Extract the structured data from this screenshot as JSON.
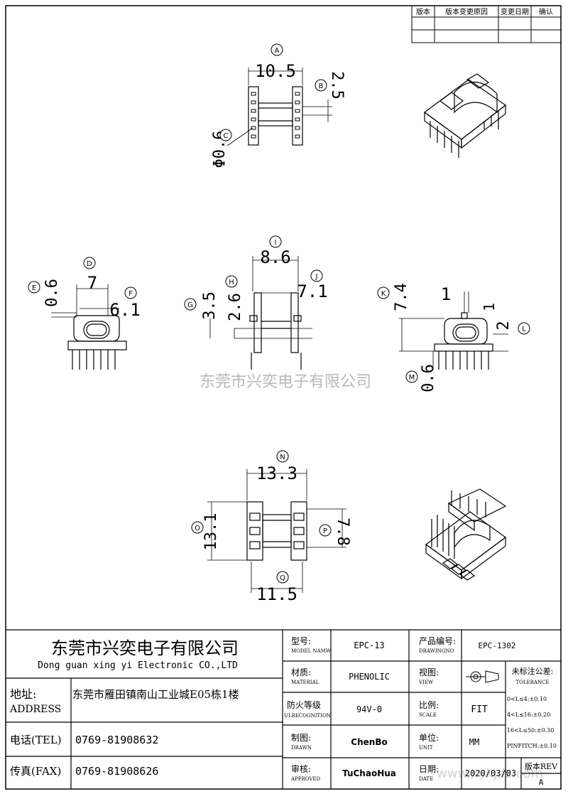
{
  "revision_table": {
    "headers": [
      "版本",
      "版本变更原因",
      "变更日期",
      "确认"
    ]
  },
  "dimensions": {
    "A": "10.5",
    "B": "2.5",
    "C": "Φ0.6",
    "D": "7",
    "E": "0.6",
    "F": "6.1",
    "G": "3.5",
    "H": "2.6",
    "I": "8.6",
    "J": "7.1",
    "K": "7.4",
    "L": "2",
    "M": "0.6",
    "one": "1",
    "one2": "1",
    "N": "13.3",
    "O": "13.1",
    "P": "7.8",
    "Q": "11.5"
  },
  "callouts": {
    "A": "A",
    "B": "B",
    "C": "C",
    "D": "D",
    "E": "E",
    "F": "F",
    "G": "G",
    "H": "H",
    "I": "I",
    "J": "J",
    "K": "K",
    "L": "L",
    "M": "M",
    "N": "N",
    "O": "O",
    "P": "P",
    "Q": "Q"
  },
  "watermark": "东莞市兴奕电子有限公司",
  "watermark_url": "www.xykjdz.com",
  "company": {
    "name_cn": "东莞市兴奕电子有限公司",
    "name_en": "Dong guan xing yi Electronic CO.,LTD",
    "address_label_cn": "地址:",
    "address_label_en": "ADDRESS",
    "address": "东莞市雁田镇南山工业城E05栋1楼",
    "tel_label": "电话(TEL)",
    "tel": "0769-81908632",
    "fax_label": "传真(FAX)",
    "fax": "0769-81908626"
  },
  "title_block": {
    "model_label_cn": "型号:",
    "model_label_en": "MODEL NAMW",
    "model": "EPC-13",
    "drawing_label_cn": "产品编号:",
    "drawing_label_en": "DRAWINGNO",
    "drawing": "EPC-1302",
    "material_label_cn": "材质:",
    "material_label_en": "MATERIAL",
    "material": "PHENOLIC",
    "view_label_cn": "视图:",
    "view_label_en": "VIEW",
    "fire_label_cn": "防火等级",
    "fire_label_en": "ULRECOGNITION",
    "fire": "94V-0",
    "scale_label_cn": "比例:",
    "scale_label_en": "SCALE",
    "scale": "FIT",
    "drawn_label_cn": "制图:",
    "drawn_label_en": "DRAWN",
    "drawn": "ChenBo",
    "unit_label_cn": "单位:",
    "unit_label_en": "UNIT",
    "unit": "MM",
    "approved_label_cn": "审核:",
    "approved_label_en": "APPROVED",
    "approved": "TuChaoHua",
    "date_label_cn": "日期:",
    "date_label_en": "DATE",
    "date": "2020/03/03",
    "rev_label": "版本REV",
    "rev": "A",
    "tolerance_cn": "未标注公差:",
    "tolerance_en": "TOLERANCE",
    "tol_1": "0<L≤4:±0.10",
    "tol_2": "4<L≤16:±0.20",
    "tol_3": "16<L≤50:±0.30",
    "tol_4": "PINFITCH:±0.10"
  }
}
